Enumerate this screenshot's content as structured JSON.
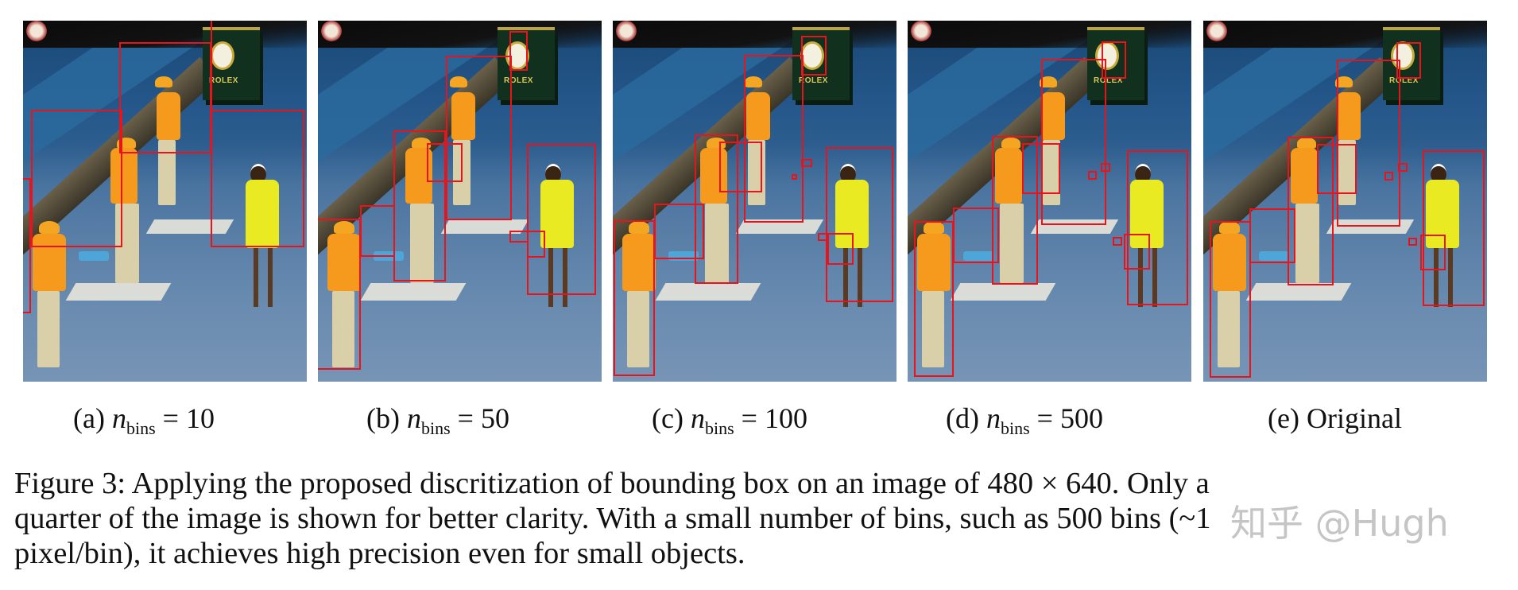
{
  "figure": {
    "panels": [
      {
        "id": "a",
        "label_prefix": "(a)",
        "var": "n",
        "sub": "bins",
        "eq": " = 10",
        "boxes": [
          [
            0,
            0,
            0,
            0
          ]
        ]
      },
      {
        "id": "b",
        "label_prefix": "(b)",
        "var": "n",
        "sub": "bins",
        "eq": " = 50"
      },
      {
        "id": "c",
        "label_prefix": "(c)",
        "var": "n",
        "sub": "bins",
        "eq": " = 100"
      },
      {
        "id": "d",
        "label_prefix": "(d)",
        "var": "n",
        "sub": "bins",
        "eq": " = 500"
      },
      {
        "id": "e",
        "label_prefix": "(e)",
        "text": "Original"
      }
    ],
    "scene_text": {
      "board": "ROLEX"
    },
    "box_color": "#e8131b"
  },
  "caption": {
    "line1": "Figure 3:  Applying the proposed discritization of bounding box on an image of 480 × 640. Only a",
    "line2": "quarter of the image is shown for better clarity. With a small number of bins, such as 500 bins (~1",
    "line3": "pixel/bin), it achieves high precision even for small objects."
  },
  "watermark": "知乎 @Hugh"
}
